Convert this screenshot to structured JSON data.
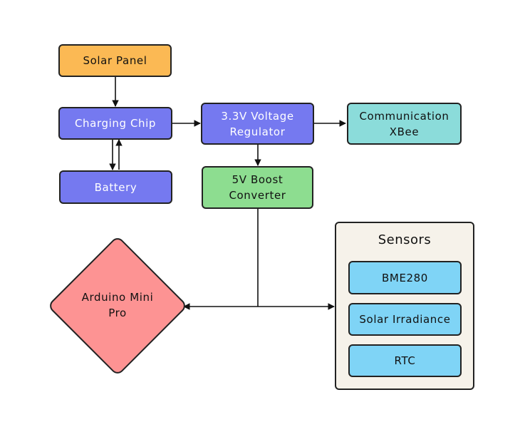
{
  "nodes": {
    "solar_panel": {
      "label": "Solar Panel",
      "color": "#fbb954"
    },
    "charging_chip": {
      "label": "Charging Chip",
      "color": "#7579f0"
    },
    "battery": {
      "label": "Battery",
      "color": "#7579f0"
    },
    "voltage_regulator": {
      "line1": "3.3V Voltage",
      "line2": "Regulator",
      "color": "#7579f0"
    },
    "xbee": {
      "line1": "Communication",
      "line2": "XBee",
      "color": "#8bdcda"
    },
    "boost_converter": {
      "line1": "5V Boost",
      "line2": "Converter",
      "color": "#8ddd90"
    },
    "arduino": {
      "line1": "Arduino Mini",
      "line2": "Pro",
      "color": "#fd9393"
    }
  },
  "sensors": {
    "title": "Sensors",
    "background": "#f6f2ea",
    "item_color": "#7fd4f6",
    "items": [
      {
        "label": "BME280"
      },
      {
        "label": "Solar Irradiance"
      },
      {
        "label": "RTC"
      }
    ]
  }
}
